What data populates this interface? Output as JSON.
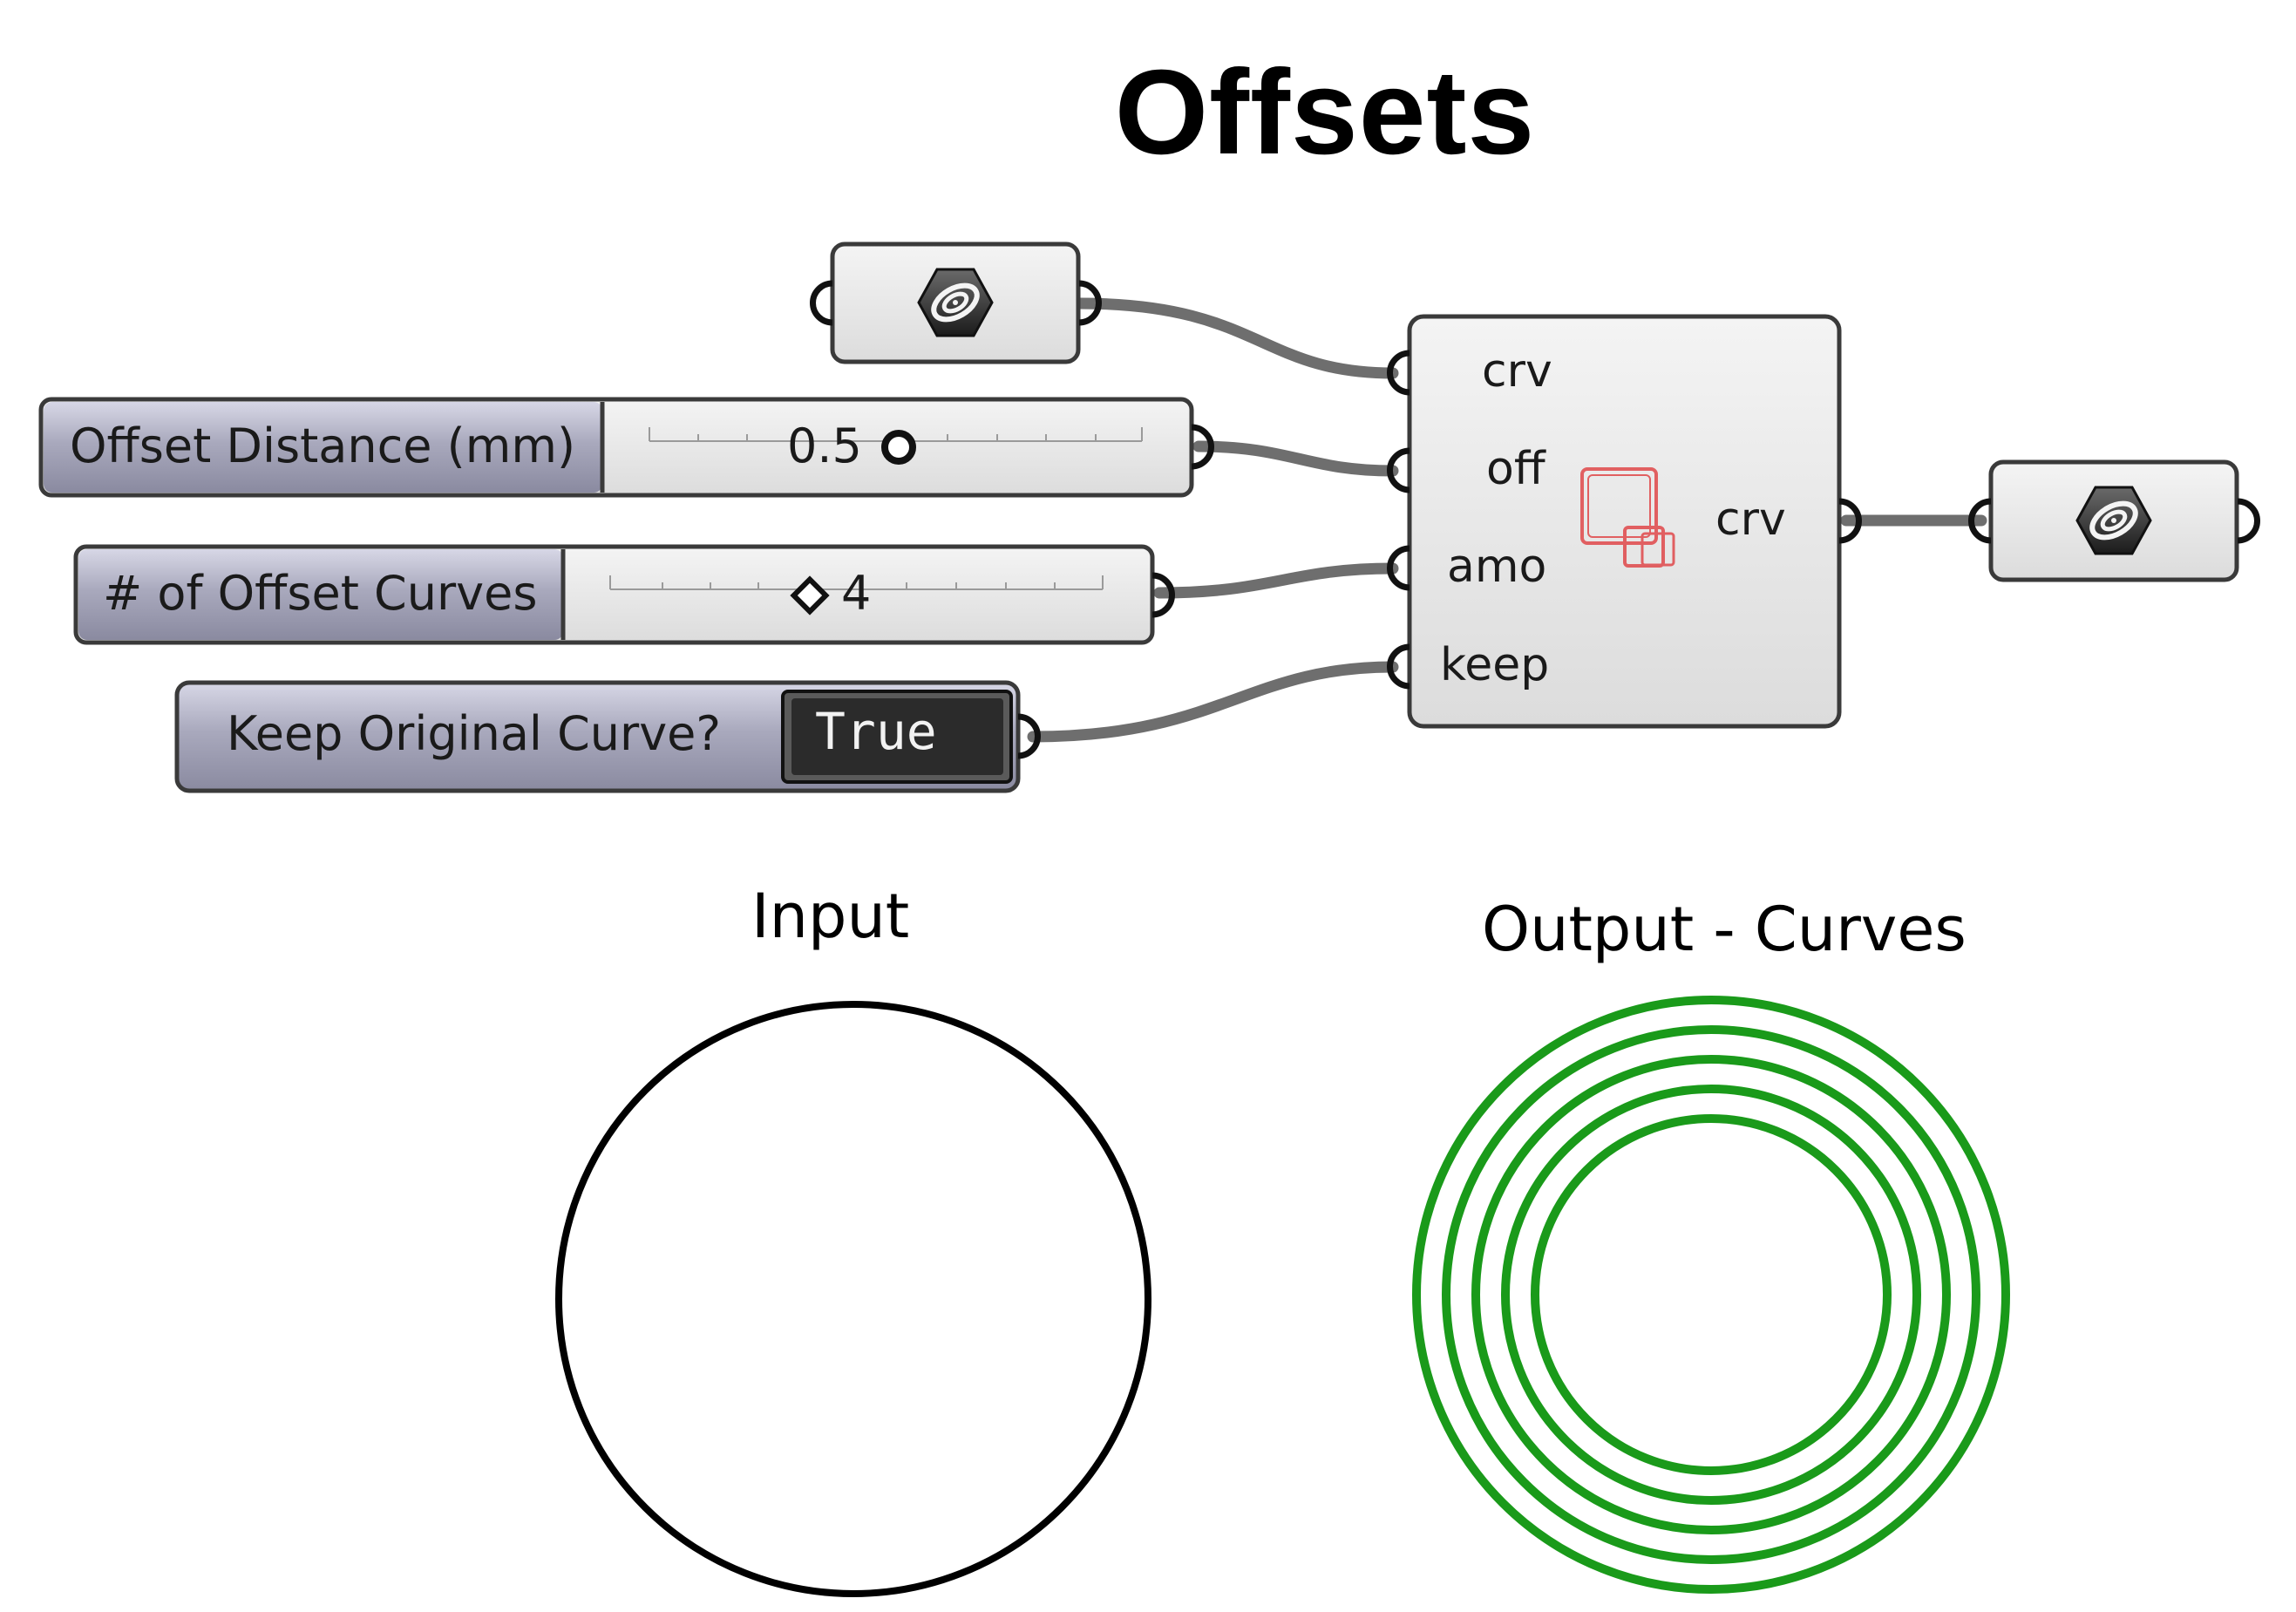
{
  "title": "Offsets",
  "component": {
    "inputs": [
      "crv",
      "off",
      "amo",
      "keep"
    ],
    "output": "crv",
    "icon": "offset-curve-icon"
  },
  "sliders": [
    {
      "label": "Offset Distance (mm)",
      "value": "0.5",
      "marker": "circle"
    },
    {
      "label": "# of Offset Curves",
      "value": "4",
      "marker": "diamond"
    }
  ],
  "toggle": {
    "label": "Keep Original Curve?",
    "value": "True"
  },
  "param_icon": "curve-param-hexagon-icon",
  "sections": {
    "input": "Input",
    "output": "Output - Curves"
  },
  "colors": {
    "input_curve": "#000000",
    "output_curves": "#1a9a1a",
    "component_icon": "#e0484a",
    "wire": "#6e6e6e"
  },
  "output_curve_count": 5
}
